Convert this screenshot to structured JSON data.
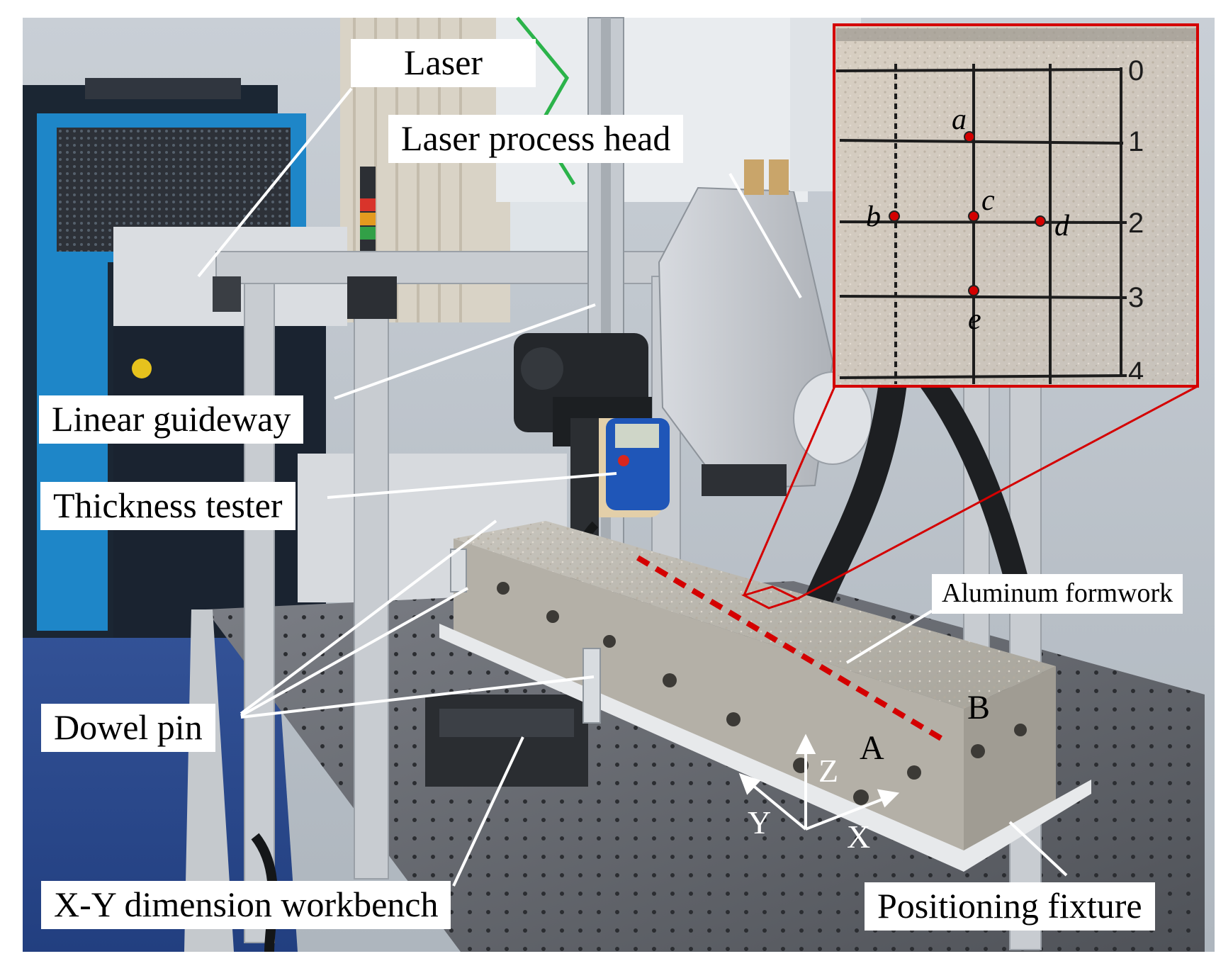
{
  "labels": {
    "laser": "Laser",
    "laser_process_head": "Laser process head",
    "linear_guideway": "Linear guideway",
    "thickness_tester": "Thickness tester",
    "aluminum_formwork": "Aluminum formwork",
    "dowel_pin": "Dowel pin",
    "xy_workbench": "X-Y dimension workbench",
    "positioning_fixture": "Positioning fixture"
  },
  "markers": {
    "a": "A",
    "b": "B"
  },
  "axes": {
    "x": "X",
    "y": "Y",
    "z": "Z"
  },
  "inset": {
    "points": [
      "a",
      "b",
      "c",
      "d",
      "e"
    ],
    "row_numbers": [
      "0",
      "1",
      "2",
      "3",
      "4"
    ]
  },
  "colors": {
    "accent_red": "#d40000",
    "grid_line": "#1d1d1d",
    "inset_border": "#d40000"
  }
}
